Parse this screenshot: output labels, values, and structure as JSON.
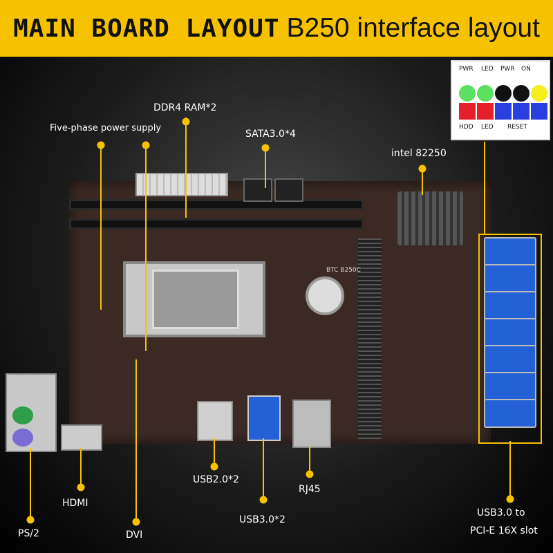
{
  "title": {
    "part1": "MAIN BOARD LAYOUT",
    "part2": "B250 interface layout"
  },
  "board": {
    "model": "BTC B250C"
  },
  "panel": {
    "top_labels": [
      "PWR",
      "LED",
      "PWR",
      "ON"
    ],
    "bottom_labels": [
      "HDD",
      "LED",
      "RESET"
    ]
  },
  "labels": {
    "ddr4": "DDR4 RAM*2",
    "power": "Five-phase power supply",
    "sata": "SATA3.0*4",
    "intel": "intel 82250",
    "usb2": "USB2.0*2",
    "rj45": "RJ45",
    "usb3": "USB3.0*2",
    "hdmi": "HDMI",
    "dvi": "DVI",
    "ps2": "PS/2",
    "usb3_pcie_line1": "USB3.0 to",
    "usb3_pcie_line2": "PCI-E 16X slot"
  },
  "colors": {
    "accent": "#f6c200",
    "usb_blue": "#2561d6",
    "pcb": "#3a2a23"
  }
}
